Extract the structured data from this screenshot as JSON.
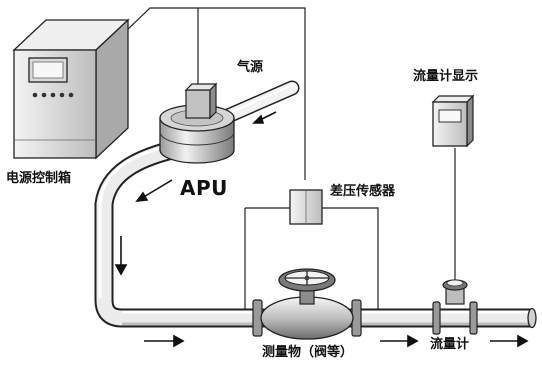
{
  "labels": {
    "power_control_box": "电源控制箱",
    "air_source": "气源",
    "apu": "APU",
    "dp_sensor": "差压传感器",
    "flowmeter_display": "流量计显示",
    "test_object": "测量物（阀等）",
    "flowmeter": "流量计"
  },
  "colors": {
    "pipe_fill": "#eeeeee",
    "pipe_stroke": "#222222",
    "metal_dark": "#555555",
    "metal_light": "#dddddd",
    "screen": "#d9d9d9"
  }
}
